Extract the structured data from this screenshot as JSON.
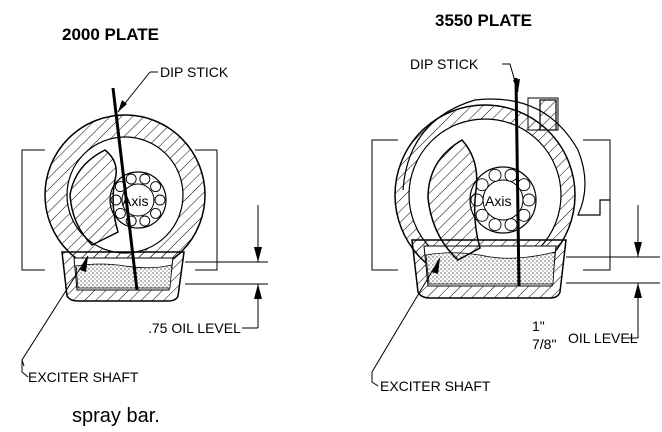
{
  "left_figure": {
    "title": "2000 PLATE",
    "dip_stick_label": "DIP STICK",
    "hub_label": "Axis",
    "oil_level_label": ".75 OIL LEVEL",
    "exciter_label": "EXCITER SHAFT"
  },
  "right_figure": {
    "title": "3550 PLATE",
    "dip_stick_label": "DIP STICK",
    "hub_label": "Axis",
    "oil_level_label": "OIL LEVEL",
    "dim_line1": "1\"",
    "dim_line2": "7/8\"",
    "exciter_label": "EXCITER SHAFT"
  },
  "footer": "spray bar."
}
